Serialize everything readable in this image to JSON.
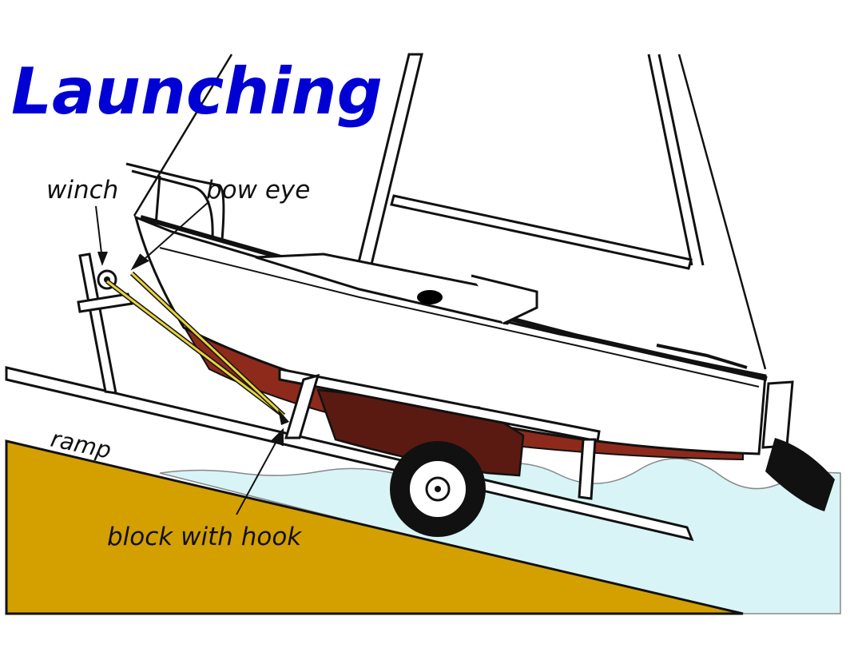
{
  "title": "Launching",
  "labels": {
    "winch": "winch",
    "bow_eye": "bow eye",
    "ramp": "ramp",
    "block_with_hook": "block with hook"
  },
  "colors": {
    "title": "#0000d4",
    "ramp": "#d4a000",
    "water": "#d9f4f6",
    "hull": "#ffffff",
    "bottom_paint": "#8e2a1c",
    "keel": "#5a1a12",
    "strap": "#e6d43c",
    "outline": "#111111"
  }
}
